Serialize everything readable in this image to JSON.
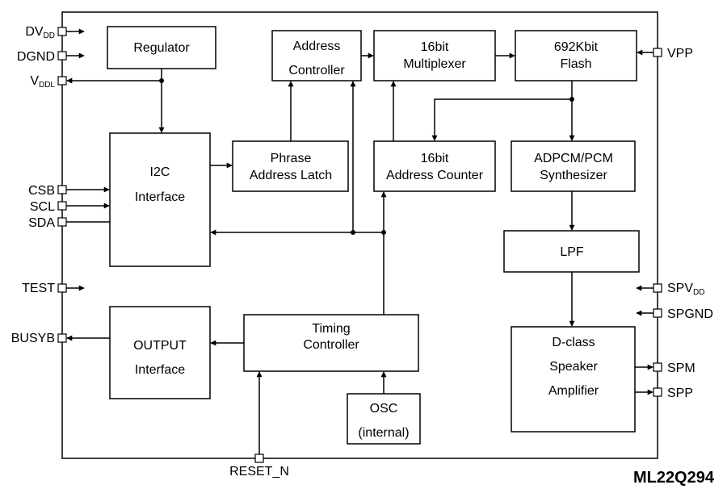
{
  "part_number": "ML22Q294",
  "blocks": {
    "regulator": [
      "Regulator"
    ],
    "address_controller": [
      "Address",
      "Controller"
    ],
    "multiplexer": [
      "16bit",
      "Multiplexer"
    ],
    "flash": [
      "692Kbit",
      "Flash"
    ],
    "i2c": [
      "I2C",
      "Interface"
    ],
    "phrase_latch": [
      "Phrase",
      "Address Latch"
    ],
    "address_counter": [
      "16bit",
      "Address Counter"
    ],
    "synthesizer": [
      "ADPCM/PCM",
      "Synthesizer"
    ],
    "lpf": [
      "LPF"
    ],
    "output": [
      "OUTPUT",
      "Interface"
    ],
    "timing": [
      "Timing",
      "Controller"
    ],
    "osc": [
      "OSC",
      "(internal)"
    ],
    "speaker": [
      "D-class",
      "Speaker",
      "Amplifier"
    ]
  },
  "pins": {
    "dvdd": {
      "main": "DV",
      "sub": "DD"
    },
    "dgnd": {
      "main": "DGND"
    },
    "vddl": {
      "main": "V",
      "sub": "DDL"
    },
    "csb": {
      "main": "CSB"
    },
    "scl": {
      "main": "SCL"
    },
    "sda": {
      "main": "SDA"
    },
    "test": {
      "main": "TEST"
    },
    "busyb": {
      "main": "BUSYB"
    },
    "vpp": {
      "main": "VPP"
    },
    "spvdd": {
      "main": "SPV",
      "sub": "DD"
    },
    "spgnd": {
      "main": "SPGND"
    },
    "spm": {
      "main": "SPM"
    },
    "spp": {
      "main": "SPP"
    },
    "reset_n": {
      "main": "RESET_N"
    }
  }
}
